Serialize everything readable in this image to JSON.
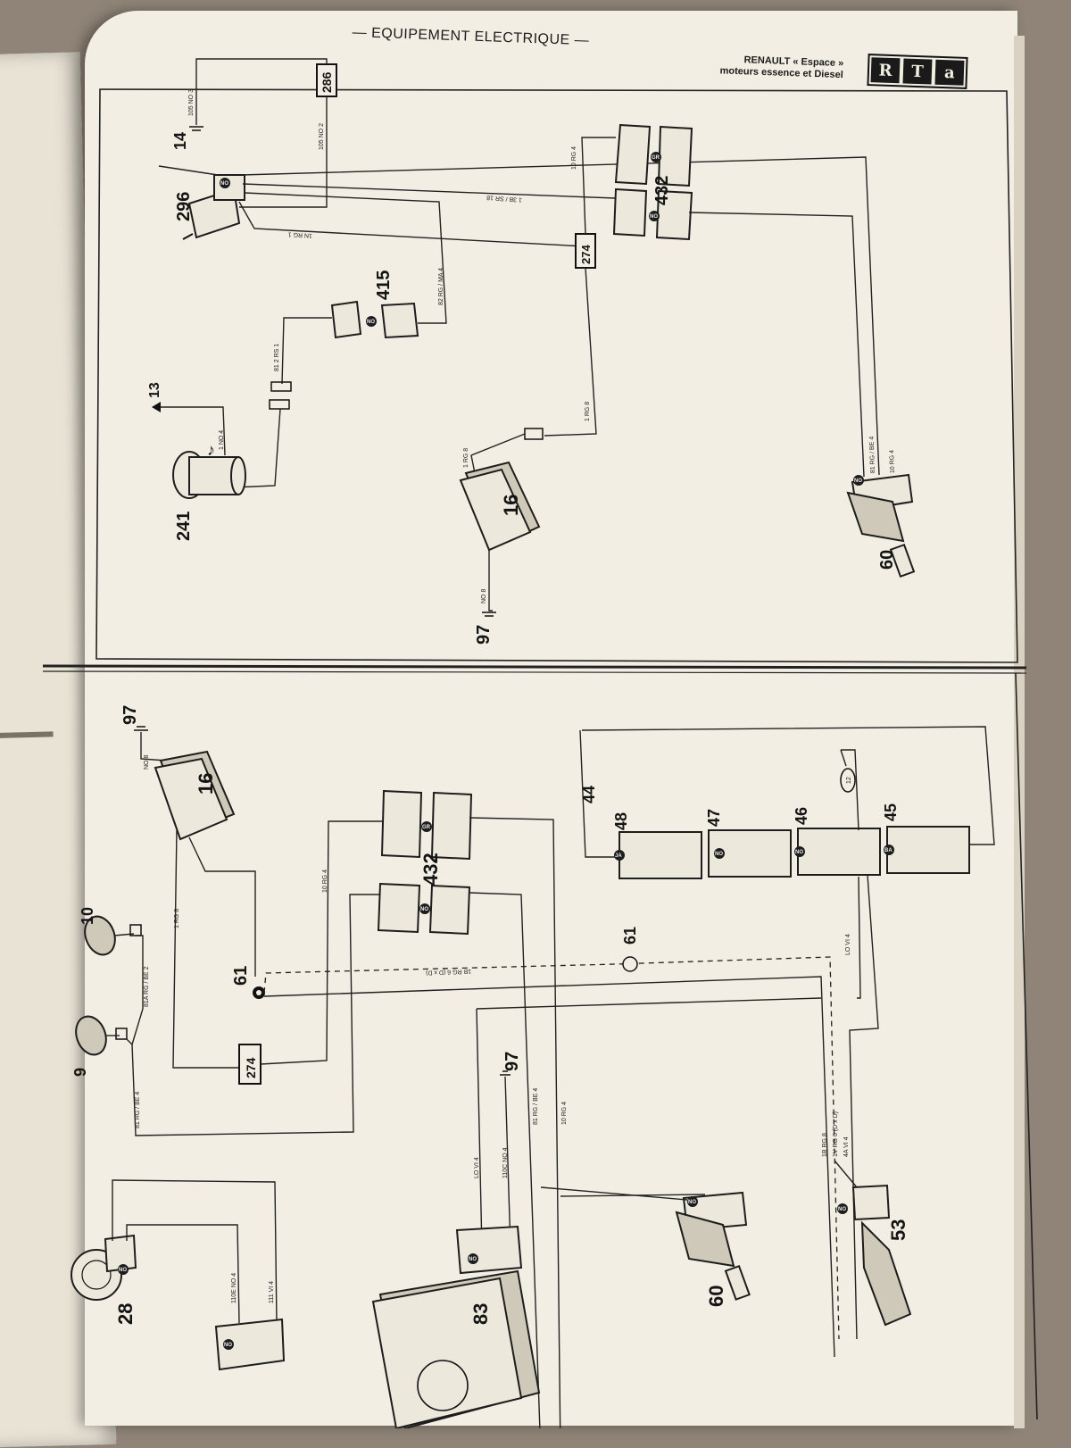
{
  "header": {
    "title": "— EQUIPEMENT ELECTRIQUE —",
    "model_line1": "RENAULT « Espace »",
    "model_line2": "moteurs essence et Diesel",
    "logo_letters": [
      "R",
      "T",
      "a"
    ]
  },
  "top_diagram": {
    "components": [
      "286",
      "14",
      "296",
      "415",
      "13",
      "241",
      "274",
      "432",
      "16",
      "97",
      "60"
    ],
    "wire_labels": [
      "1 3B / SR 18",
      "10 RG 4",
      "1 RG 8",
      "81 RG / BE 4",
      "10 RG 4",
      "NO 8",
      "1 RG 8",
      "81 2 RS 1",
      "1 NO 4",
      "82 RG / MA 4",
      "105 NO 2",
      "105 NO 3",
      "1N RG 1"
    ],
    "badges": [
      "NO",
      "NO",
      "GR",
      "NO",
      "NO"
    ]
  },
  "bottom_diagram": {
    "components": [
      "97",
      "16",
      "10",
      "9",
      "61",
      "274",
      "432",
      "61",
      "44",
      "48",
      "47",
      "46",
      "45",
      "12",
      "97",
      "28",
      "83",
      "60",
      "53"
    ],
    "wire_labels": [
      "NO 8",
      "1 RG 8",
      "10 RG 4",
      "81A RG / BE 2",
      "81 RG / BE 4",
      "1B RG 6 (D x D)",
      "LO VI 4",
      "110E NO 4",
      "111 VI 4",
      "LO VI 4",
      "110C NO 4",
      "81 RG / BE 4",
      "10 RG 4",
      "1B RG 8",
      "1V RG 6 (D x D)",
      "4A VI 4"
    ],
    "badges": [
      "GR",
      "NO",
      "JA",
      "NO",
      "NO",
      "BA",
      "NO",
      "NO",
      "NO",
      "NO"
    ]
  }
}
